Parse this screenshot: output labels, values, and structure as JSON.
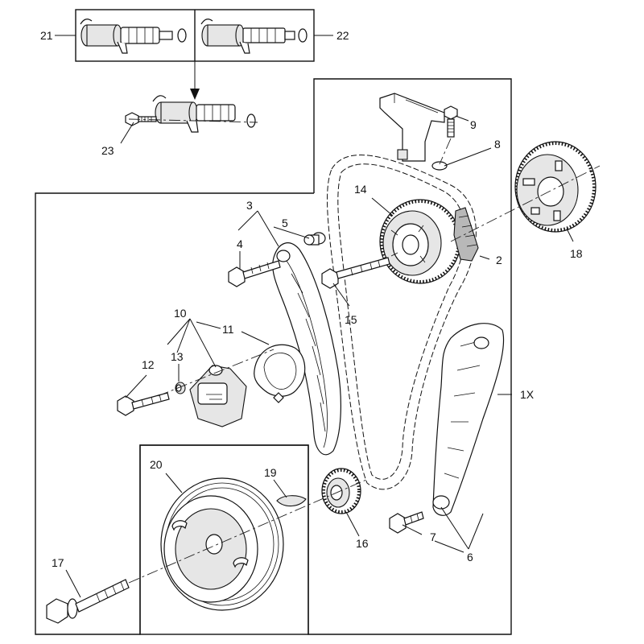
{
  "callouts": {
    "c1X": "1X",
    "c2": "2",
    "c3": "3",
    "c4": "4",
    "c5": "5",
    "c6": "6",
    "c7": "7",
    "c8": "8",
    "c9": "9",
    "c10": "10",
    "c11": "11",
    "c12": "12",
    "c13": "13",
    "c14": "14",
    "c15": "15",
    "c16": "16",
    "c17": "17",
    "c18": "18",
    "c19": "19",
    "c20": "20",
    "c21": "21",
    "c22": "22",
    "c23": "23"
  }
}
